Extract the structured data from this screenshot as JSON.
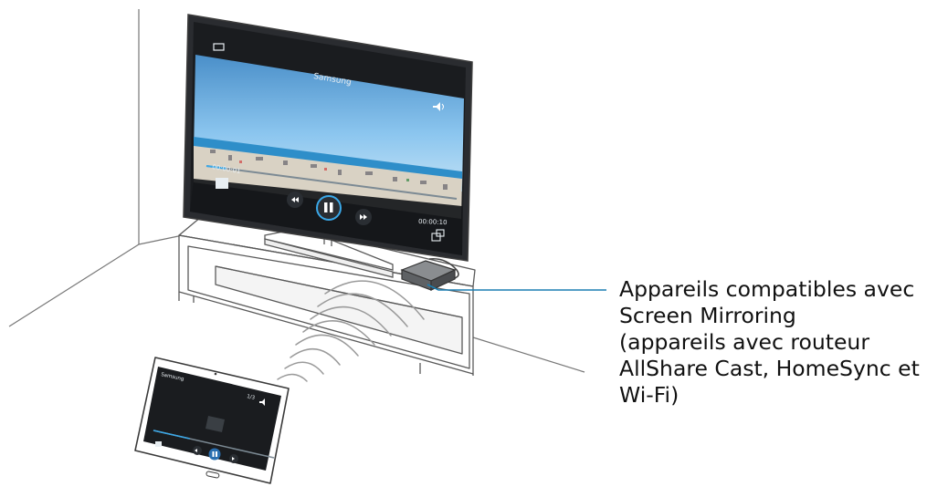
{
  "colors": {
    "line": "#5a5a5a",
    "room": "#777777",
    "callout": "#1b7fb3",
    "screen_dark": "#1a1c1f",
    "sky": "#6fb6e6",
    "sea": "#2e8ec9",
    "sand": "#d9d2c4"
  },
  "tv_screen": {
    "title": "Samsung",
    "time_elapsed": "00:00:01",
    "time_total": "00:00:10",
    "progress_fraction": 0.08,
    "icons": [
      "back-icon",
      "volume-icon",
      "prev-icon",
      "pause-icon",
      "next-icon",
      "resize-icon",
      "caption-icon"
    ]
  },
  "tablet_screen": {
    "title": "Samsung",
    "counter": "1/3",
    "progress_fraction": 0.3,
    "icons": [
      "prev-icon",
      "pause-icon",
      "next-icon",
      "volume-icon"
    ]
  },
  "callout": {
    "lines": [
      "Appareils compatibles avec",
      "Screen Mirroring",
      "(appareils avec routeur",
      "AllShare Cast, HomeSync et",
      "Wi-Fi)"
    ]
  }
}
